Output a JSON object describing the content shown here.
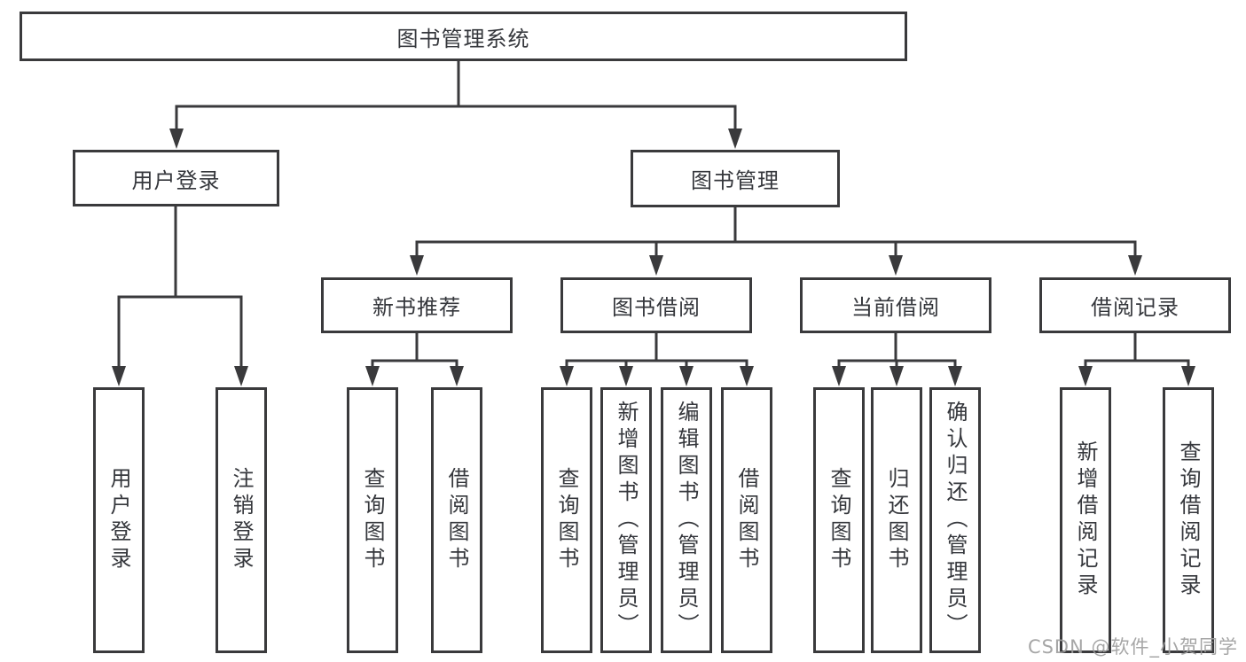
{
  "title": "图书管理系统",
  "colors": {
    "box_border": "#3a3a3c",
    "connector_line": "#3a3a3c",
    "text": "#35373c",
    "watermark": "#9e9e9e",
    "background": "#ffffff"
  },
  "watermark": {
    "text": "CSDN @软件_小贺同学"
  },
  "tree": {
    "label": "图书管理系统",
    "children": [
      {
        "label": "用户登录",
        "children": [
          {
            "label": "用户登录"
          },
          {
            "label": "注销登录"
          }
        ]
      },
      {
        "label": "图书管理",
        "children": [
          {
            "label": "新书推荐",
            "children": [
              {
                "label": "查询图书"
              },
              {
                "label": "借阅图书"
              }
            ]
          },
          {
            "label": "图书借阅",
            "children": [
              {
                "label": "查询图书"
              },
              {
                "label": "新增图书（管理员）"
              },
              {
                "label": "编辑图书（管理员）"
              },
              {
                "label": "借阅图书"
              }
            ]
          },
          {
            "label": "当前借阅",
            "children": [
              {
                "label": "查询图书"
              },
              {
                "label": "归还图书"
              },
              {
                "label": "确认归还（管理员）"
              }
            ]
          },
          {
            "label": "借阅记录",
            "children": [
              {
                "label": "新增借阅记录"
              },
              {
                "label": "查询借阅记录"
              }
            ]
          }
        ]
      }
    ]
  }
}
